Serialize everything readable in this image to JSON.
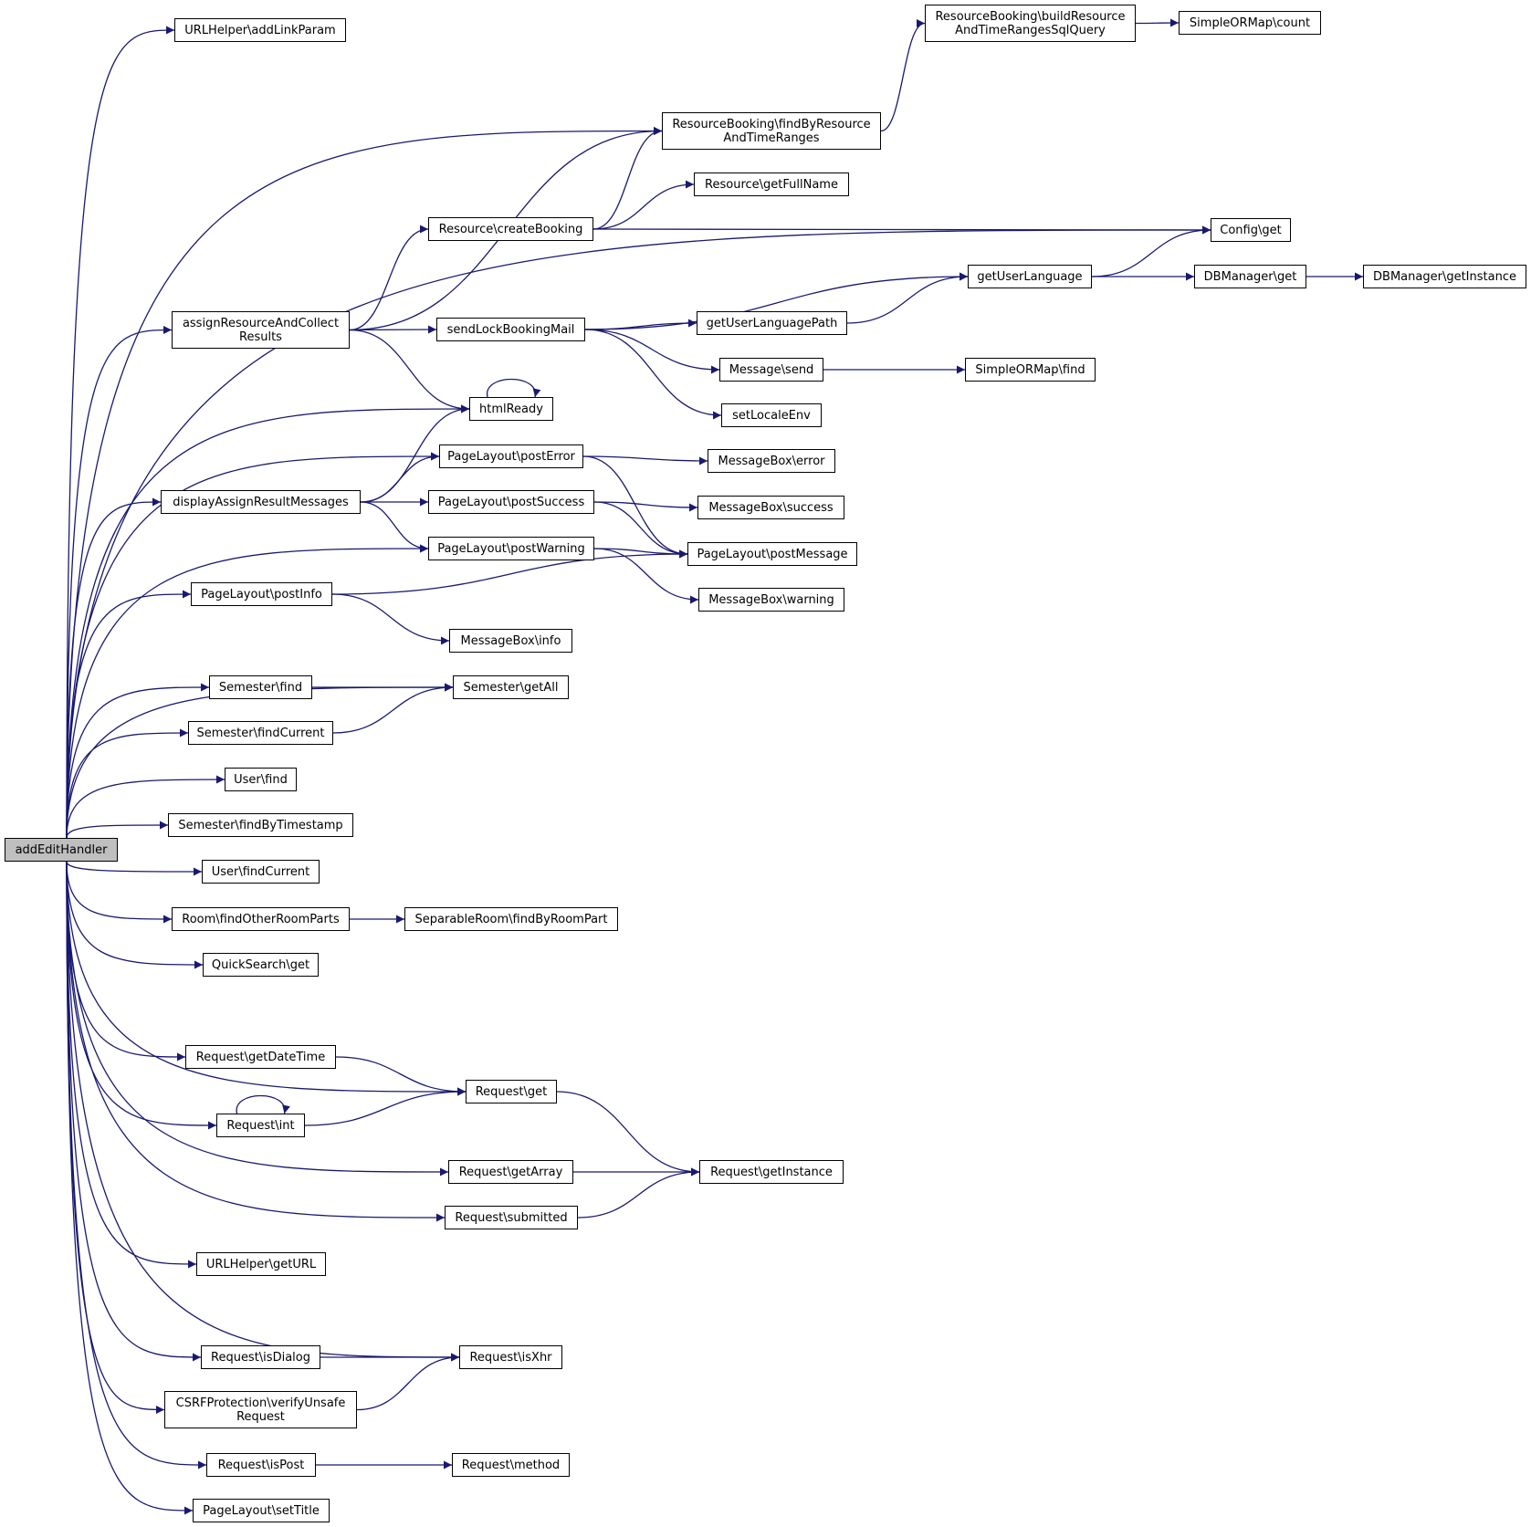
{
  "edge_color": "#191970",
  "root_fill": "#bfbfbf",
  "nodes": [
    {
      "id": "root",
      "label": "addEditHandler"
    },
    {
      "id": "n1",
      "label": "URLHelper\\addLinkParam"
    },
    {
      "id": "n2",
      "label": "ResourceBooking\\buildResource\nAndTimeRangesSqlQuery"
    },
    {
      "id": "n3",
      "label": "SimpleORMap\\count"
    },
    {
      "id": "n4",
      "label": "ResourceBooking\\findByResource\nAndTimeRanges"
    },
    {
      "id": "n5",
      "label": "Resource\\getFullName"
    },
    {
      "id": "n6",
      "label": "Resource\\createBooking"
    },
    {
      "id": "n7",
      "label": "Config\\get"
    },
    {
      "id": "n8",
      "label": "getUserLanguage"
    },
    {
      "id": "n9",
      "label": "DBManager\\get"
    },
    {
      "id": "n10",
      "label": "DBManager\\getInstance"
    },
    {
      "id": "n11",
      "label": "assignResourceAndCollect\nResults"
    },
    {
      "id": "n12",
      "label": "sendLockBookingMail"
    },
    {
      "id": "n13",
      "label": "getUserLanguagePath"
    },
    {
      "id": "n14",
      "label": "Message\\send"
    },
    {
      "id": "n15",
      "label": "SimpleORMap\\find"
    },
    {
      "id": "n16",
      "label": "htmlReady"
    },
    {
      "id": "n17",
      "label": "setLocaleEnv"
    },
    {
      "id": "n18",
      "label": "PageLayout\\postError"
    },
    {
      "id": "n19",
      "label": "MessageBox\\error"
    },
    {
      "id": "n20",
      "label": "displayAssignResultMessages"
    },
    {
      "id": "n21",
      "label": "PageLayout\\postSuccess"
    },
    {
      "id": "n22",
      "label": "MessageBox\\success"
    },
    {
      "id": "n23",
      "label": "PageLayout\\postWarning"
    },
    {
      "id": "n24",
      "label": "PageLayout\\postMessage"
    },
    {
      "id": "n25",
      "label": "PageLayout\\postInfo"
    },
    {
      "id": "n26",
      "label": "MessageBox\\warning"
    },
    {
      "id": "n27",
      "label": "MessageBox\\info"
    },
    {
      "id": "n28",
      "label": "Semester\\find"
    },
    {
      "id": "n29",
      "label": "Semester\\getAll"
    },
    {
      "id": "n30",
      "label": "Semester\\findCurrent"
    },
    {
      "id": "n31",
      "label": "User\\find"
    },
    {
      "id": "n32",
      "label": "Semester\\findByTimestamp"
    },
    {
      "id": "n33",
      "label": "User\\findCurrent"
    },
    {
      "id": "n34",
      "label": "Room\\findOtherRoomParts"
    },
    {
      "id": "n35",
      "label": "SeparableRoom\\findByRoomPart"
    },
    {
      "id": "n36",
      "label": "QuickSearch\\get"
    },
    {
      "id": "n37",
      "label": "Request\\getDateTime"
    },
    {
      "id": "n38",
      "label": "Request\\get"
    },
    {
      "id": "n39",
      "label": "Request\\int"
    },
    {
      "id": "n40",
      "label": "Request\\getArray"
    },
    {
      "id": "n41",
      "label": "Request\\getInstance"
    },
    {
      "id": "n42",
      "label": "Request\\submitted"
    },
    {
      "id": "n43",
      "label": "URLHelper\\getURL"
    },
    {
      "id": "n44",
      "label": "Request\\isDialog"
    },
    {
      "id": "n45",
      "label": "Request\\isXhr"
    },
    {
      "id": "n46",
      "label": "CSRFProtection\\verifyUnsafe\nRequest"
    },
    {
      "id": "n47",
      "label": "Request\\isPost"
    },
    {
      "id": "n48",
      "label": "Request\\method"
    },
    {
      "id": "n49",
      "label": "PageLayout\\setTitle"
    }
  ],
  "edges": [
    [
      "root",
      "n1"
    ],
    [
      "root",
      "n7"
    ],
    [
      "root",
      "n4"
    ],
    [
      "root",
      "n11"
    ],
    [
      "root",
      "n16"
    ],
    [
      "root",
      "n18"
    ],
    [
      "root",
      "n20"
    ],
    [
      "root",
      "n23"
    ],
    [
      "root",
      "n25"
    ],
    [
      "root",
      "n29"
    ],
    [
      "root",
      "n28"
    ],
    [
      "root",
      "n30"
    ],
    [
      "root",
      "n31"
    ],
    [
      "root",
      "n32"
    ],
    [
      "root",
      "n33"
    ],
    [
      "root",
      "n34"
    ],
    [
      "root",
      "n36"
    ],
    [
      "root",
      "n38"
    ],
    [
      "root",
      "n37"
    ],
    [
      "root",
      "n39"
    ],
    [
      "root",
      "n40"
    ],
    [
      "root",
      "n42"
    ],
    [
      "root",
      "n43"
    ],
    [
      "root",
      "n45"
    ],
    [
      "root",
      "n44"
    ],
    [
      "root",
      "n46"
    ],
    [
      "root",
      "n47"
    ],
    [
      "root",
      "n49"
    ],
    [
      "n4",
      "n2"
    ],
    [
      "n2",
      "n3"
    ],
    [
      "n6",
      "n4"
    ],
    [
      "n6",
      "n5"
    ],
    [
      "n6",
      "n7"
    ],
    [
      "n8",
      "n7"
    ],
    [
      "n8",
      "n9"
    ],
    [
      "n9",
      "n10"
    ],
    [
      "n11",
      "n4"
    ],
    [
      "n11",
      "n6"
    ],
    [
      "n11",
      "n12"
    ],
    [
      "n11",
      "n16"
    ],
    [
      "n12",
      "n8"
    ],
    [
      "n12",
      "n13"
    ],
    [
      "n12",
      "n14"
    ],
    [
      "n12",
      "n17"
    ],
    [
      "n13",
      "n8"
    ],
    [
      "n14",
      "n15"
    ],
    [
      "n16",
      "n16"
    ],
    [
      "n18",
      "n19"
    ],
    [
      "n18",
      "n24"
    ],
    [
      "n20",
      "n16"
    ],
    [
      "n20",
      "n18"
    ],
    [
      "n20",
      "n21"
    ],
    [
      "n20",
      "n23"
    ],
    [
      "n21",
      "n22"
    ],
    [
      "n21",
      "n24"
    ],
    [
      "n23",
      "n24"
    ],
    [
      "n23",
      "n26"
    ],
    [
      "n25",
      "n24"
    ],
    [
      "n25",
      "n27"
    ],
    [
      "n28",
      "n29"
    ],
    [
      "n30",
      "n29"
    ],
    [
      "n34",
      "n35"
    ],
    [
      "n37",
      "n38"
    ],
    [
      "n39",
      "n39"
    ],
    [
      "n39",
      "n38"
    ],
    [
      "n38",
      "n41"
    ],
    [
      "n40",
      "n41"
    ],
    [
      "n42",
      "n41"
    ],
    [
      "n44",
      "n45"
    ],
    [
      "n46",
      "n45"
    ],
    [
      "n47",
      "n48"
    ]
  ]
}
